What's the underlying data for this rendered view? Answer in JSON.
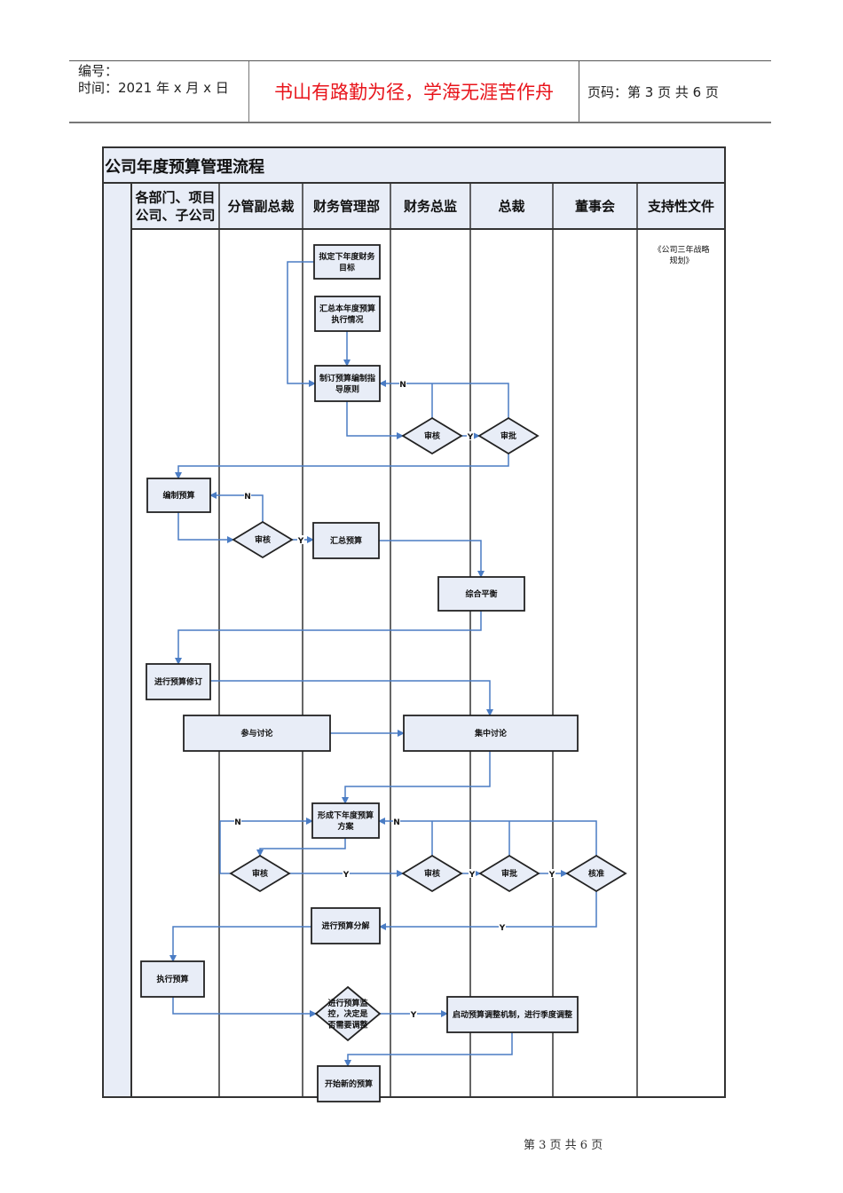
{
  "header": {
    "number_label": "编号：",
    "time_label": "时间：2021 年 x 月 x 日",
    "motto": "书山有路勤为径，学海无涯苦作舟",
    "page_info": "页码：第 3 页  共 6 页"
  },
  "diagram": {
    "title": "公司年度预算管理流程",
    "lanes": [
      [
        "各部门、项目",
        "公司、子公司"
      ],
      [
        "分管副总裁"
      ],
      [
        "财务管理部"
      ],
      [
        "财务总监"
      ],
      [
        "总裁"
      ],
      [
        "董事会"
      ],
      [
        "支持性文件"
      ]
    ],
    "support_doc": [
      "《公司三年战略",
      "规划》"
    ],
    "nodes": {
      "n1": [
        "拟定下年度财务",
        "目标"
      ],
      "n2": [
        "汇总本年度预算",
        "执行情况"
      ],
      "n3": [
        "制订预算编制指",
        "导原则"
      ],
      "d1": [
        "审核"
      ],
      "d2": [
        "审批"
      ],
      "n4": [
        "编制预算"
      ],
      "d3": [
        "审核"
      ],
      "n5": [
        "汇总预算"
      ],
      "n6": [
        "综合平衡"
      ],
      "n7": [
        "进行预算修订"
      ],
      "n8": [
        "参与讨论"
      ],
      "n9": [
        "集中讨论"
      ],
      "n10": [
        "形成下年度预算",
        "方案"
      ],
      "d4": [
        "审核"
      ],
      "d5": [
        "审核"
      ],
      "d6": [
        "审批"
      ],
      "d7": [
        "核准"
      ],
      "n11": [
        "进行预算分解"
      ],
      "n12": [
        "执行预算"
      ],
      "d8": [
        "进行预算监",
        "控，决定是",
        "否需要调整"
      ],
      "n13": [
        "启动预算调整机制，进行季度调整"
      ],
      "n14": [
        "开始新的预算"
      ]
    },
    "edge_labels": {
      "yes": "Y",
      "no": "N"
    },
    "colors": {
      "connector": "#4a7cc4",
      "node_fill": "#e8edf7",
      "header_fill": "#e8edf7"
    }
  },
  "footer": {
    "page": "第 3 页 共 6 页"
  }
}
